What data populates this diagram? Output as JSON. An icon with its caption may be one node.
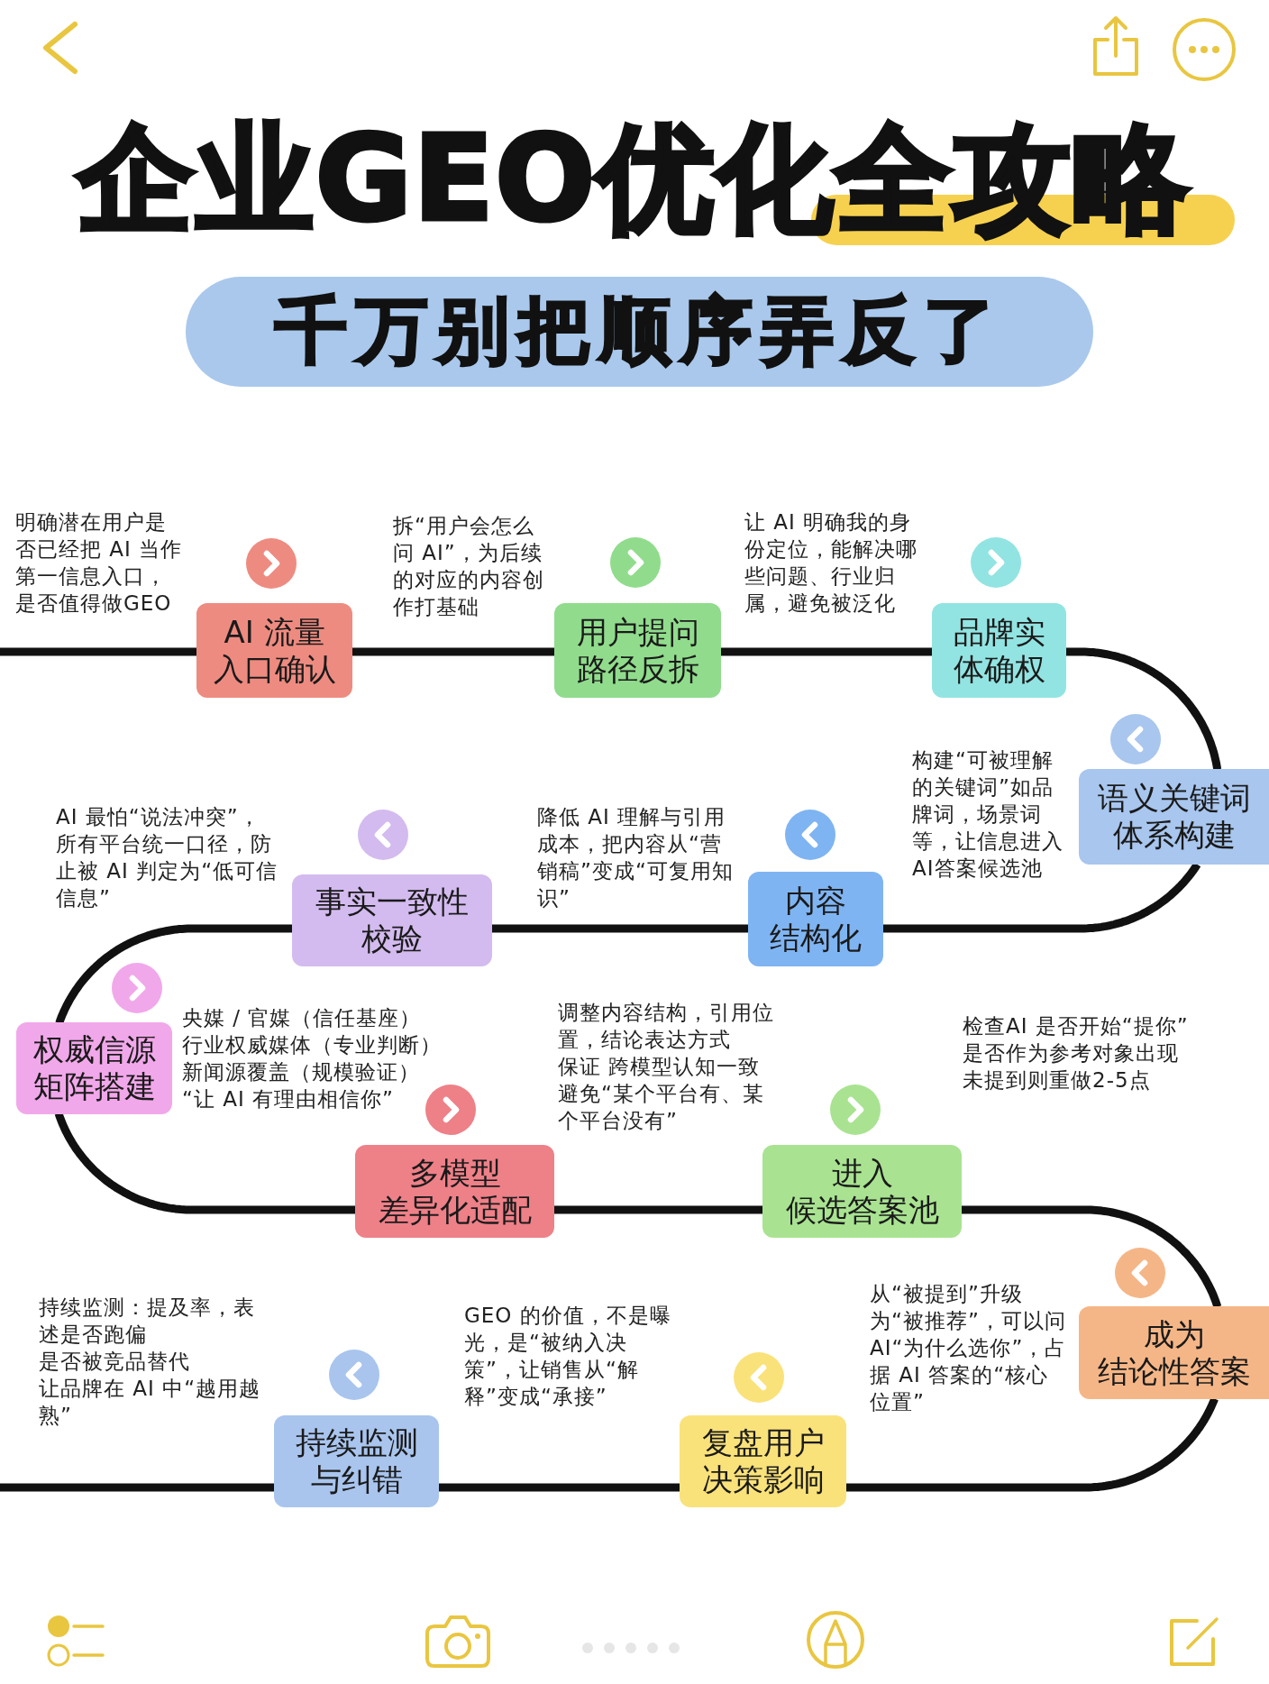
{
  "diagram": {
    "title": "企业GEO优化全攻略",
    "nodes": [
      {
        "text": [
          "AI 流量入口确认"
        ],
        "beside": [
          "明确潜在用户是否已经把 AI 当作第一信息入口，是否值得做GEO"
        ]
      },
      {
        "text": [
          "用户提问路径反拆"
        ],
        "beside": [
          "拆“用户会怎么问 AI”，为后续的对应的内容创作打基础"
        ]
      },
      {
        "text": [
          "品牌实体确权"
        ],
        "beside": [
          "让 AI 明确我的身份定位，能解决哪些问题、行业归属，避免被泛化"
        ]
      },
      {
        "text": [
          "语义关键词体系构建"
        ],
        "beside": [
          "构建“可被理解的关键词”如品牌词，场景词等，让信息进入AI答案候选池"
        ]
      },
      {
        "text": [
          "内容结构化"
        ],
        "beside": [
          "降低 AI 理解与引用成本，把内容从“营销稿”变成“可复用知识”"
        ]
      },
      {
        "text": [
          "事实一致性校验"
        ],
        "beside": [
          "AI 最怕“说法冲突”，所有平台统一口径，防止被 AI 判定为“低可信信息”"
        ]
      },
      {
        "text": [
          "权威信源矩阵搭建"
        ],
        "beside": [
          "央媒 / 官媒（信任基座）",
          "行业权威媒体（专业判断）",
          "新闻源覆盖（规模验证）",
          "“让 AI 有理由相信你”"
        ]
      },
      {
        "text": [
          "多模型差异化适配"
        ],
        "beside": [
          "调整内容结构，引用位置，结论表达方式",
          "保证 跨模型认知一致",
          "避免“某个平台有、某个平台没有”"
        ]
      },
      {
        "text": [
          "进入候选答案池"
        ],
        "beside": [
          "检查AI 是否开始“提你”",
          "是否作为参考对象出现",
          "未提到则重做2-5点"
        ]
      },
      {
        "text": [
          "成为结论性答案"
        ],
        "beside": [
          "从“被提到”升级为“被推荐”，可以问AI“为什么选你”，占据 AI 答案的“核心位置”"
        ]
      },
      {
        "text": [
          "复盘用户决策影响"
        ],
        "beside": [
          "GEO 的价值，不是曝光，是“被纳入决策”，让销售从“解释”变成“承接”"
        ]
      },
      {
        "text": [
          "持续监测与纠错"
        ],
        "beside": [
          "持续监测：提及率，表述是否跑偏",
          "是否被竞品替代",
          "让品牌在 AI 中“越用越熟”"
        ]
      }
    ],
    "edges": [
      {
        "from": null,
        "to": 0,
        "arrow": "none"
      },
      {
        "from": 0,
        "to": 1,
        "arrow": "none"
      },
      {
        "from": 1,
        "to": 2,
        "arrow": "none"
      },
      {
        "from": 2,
        "to": 3,
        "arrow": "none"
      },
      {
        "from": 3,
        "to": 4,
        "arrow": "none"
      },
      {
        "from": 4,
        "to": 5,
        "arrow": "none"
      },
      {
        "from": 5,
        "to": 6,
        "arrow": "none"
      },
      {
        "from": 6,
        "to": 7,
        "arrow": "none"
      },
      {
        "from": 7,
        "to": 8,
        "arrow": "none"
      },
      {
        "from": 8,
        "to": 9,
        "arrow": "none"
      },
      {
        "from": 9,
        "to": 10,
        "arrow": "none"
      },
      {
        "from": 10,
        "to": 11,
        "arrow": "none"
      },
      {
        "from": 11,
        "to": null,
        "arrow": "none"
      }
    ],
    "labels": [
      "千万别把顺序弄反了"
    ]
  }
}
